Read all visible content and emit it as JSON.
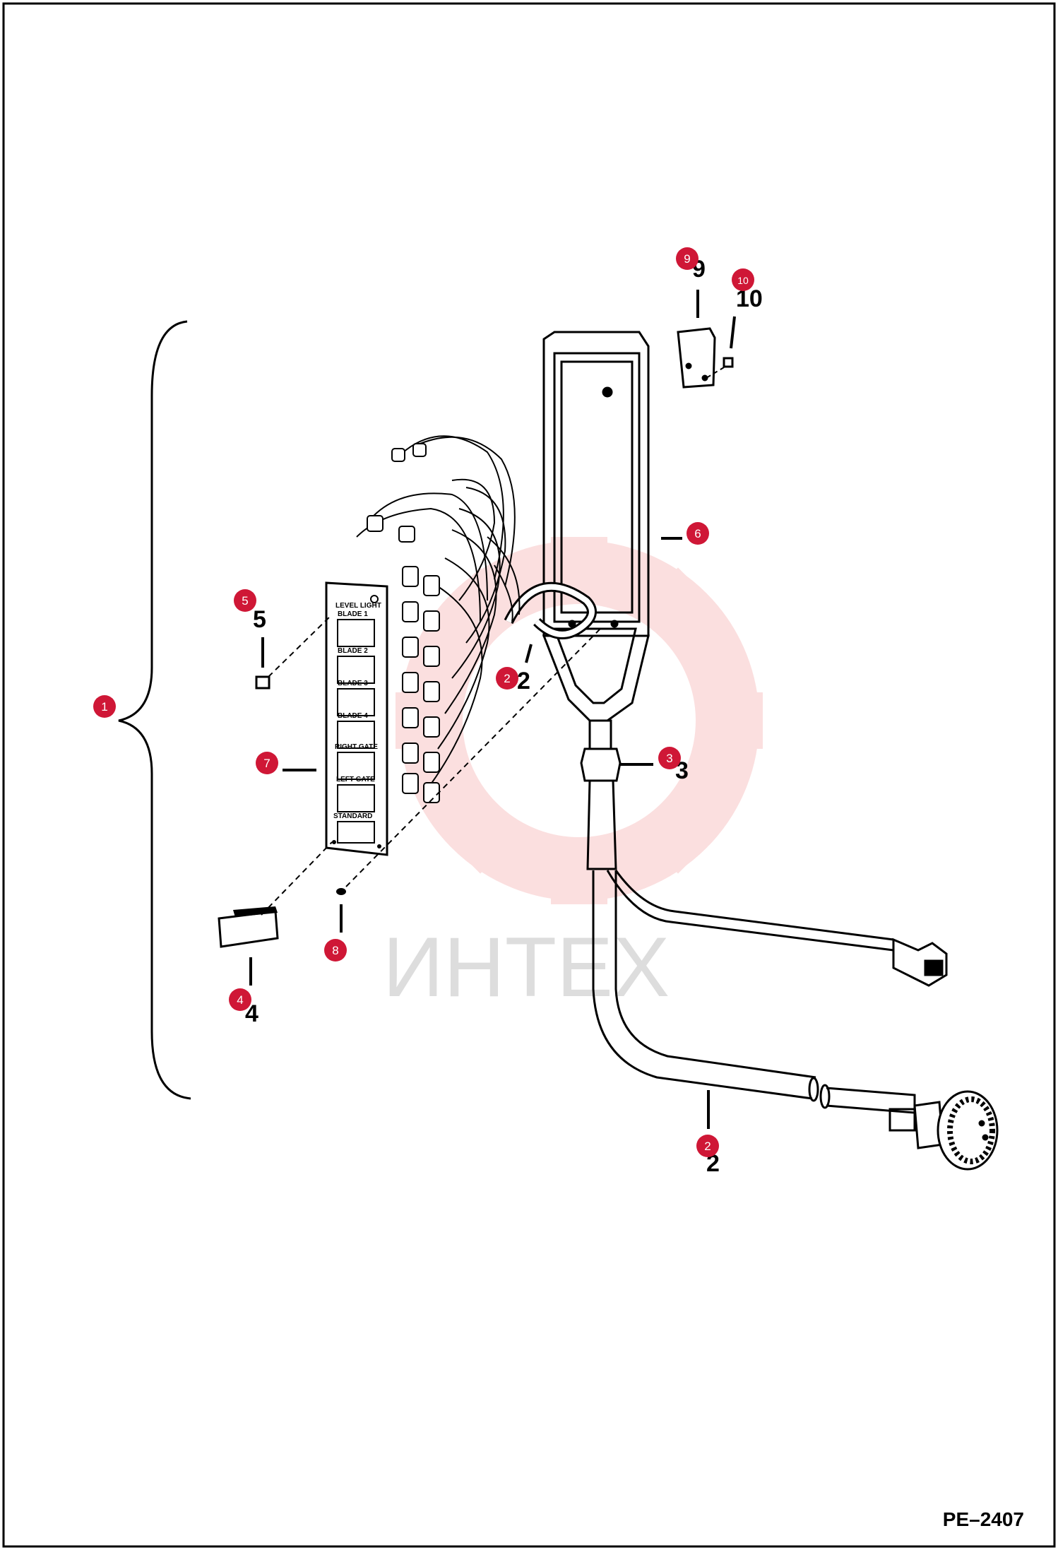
{
  "diagram": {
    "page_code": "PE–2407",
    "watermark": "ИНТЕХ",
    "panel_labels": [
      "LEVEL LIGHT",
      "BLADE 1",
      "BLADE 2",
      "BLADE 3",
      "BLADE 4",
      "RIGHT GATE",
      "LEFT GATE",
      "STANDARD"
    ],
    "callouts": [
      {
        "id": "1",
        "printed": ""
      },
      {
        "id": "2",
        "printed": "2"
      },
      {
        "id": "2",
        "printed": "2"
      },
      {
        "id": "3",
        "printed": "3"
      },
      {
        "id": "4",
        "printed": "4"
      },
      {
        "id": "5",
        "printed": "5"
      },
      {
        "id": "6",
        "printed": ""
      },
      {
        "id": "7",
        "printed": ""
      },
      {
        "id": "8",
        "printed": ""
      },
      {
        "id": "9",
        "printed": "9"
      },
      {
        "id": "10",
        "printed": "10"
      }
    ],
    "colors": {
      "bubble": "#cf1736",
      "line": "#111111",
      "watermark_red": "#f4a6a6",
      "watermark_grey": "#cfcfcf"
    }
  }
}
